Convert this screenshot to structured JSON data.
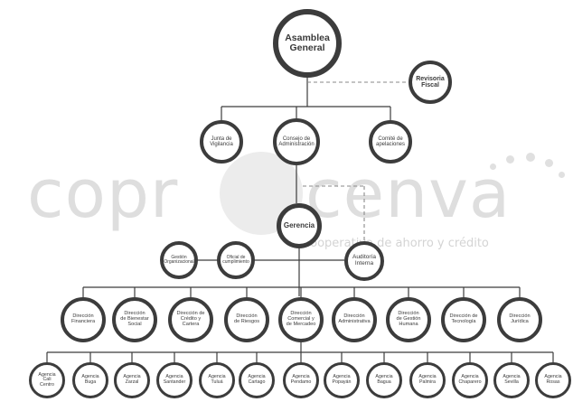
{
  "watermark": {
    "left": "copr",
    "right": "cenva",
    "tagline": "cooperativa de ahorro y crédito"
  },
  "nodes": {
    "asamblea": "Asamblea\nGeneral",
    "revisoria": "Revisoria\nFiscal",
    "junta": "Junta de\nVigilancia",
    "consejo": "Consejo de\nAdministración",
    "comite": "Comité de\napelaciones",
    "gerencia": "Gerencia",
    "gestion_org": "Gestión\nOrganizacional",
    "oficial": "Oficial de\ncumplimiento",
    "auditoria": "Auditoría\nInterna",
    "direcciones": [
      "Dirección\nFinanciera",
      "Dirección\nde Bienestar\nSocial",
      "Dirección de\nCrédito y\nCartera",
      "Dirección\nde Riesgos",
      "Dirección\nComercial y\nde Mercadeo",
      "Dirección\nAdministrativa",
      "Dirección\nde Gestión\nHumana",
      "Dirección de\nTecnología",
      "Dirección\nJurídica"
    ],
    "agencias": [
      "Agencia\nCali\nCentro",
      "Agencia\nBuga",
      "Agencia\nZarzal",
      "Agencia\nSantander",
      "Agencia\nTuluá",
      "Agencia\nCartago",
      "Agencia\nPendamo",
      "Agencia\nPopayán",
      "Agencia\nBagua",
      "Agencia\nPalmira",
      "Agencia\nChaparero",
      "Agencia\nSevilla",
      "Agencia\nRosas"
    ]
  },
  "colors": {
    "line": "#3c3c3c",
    "dashed": "#8a8a8a",
    "node_border": "#3c3c3c",
    "text": "#3a3a3a",
    "watermark": "#dedede"
  }
}
